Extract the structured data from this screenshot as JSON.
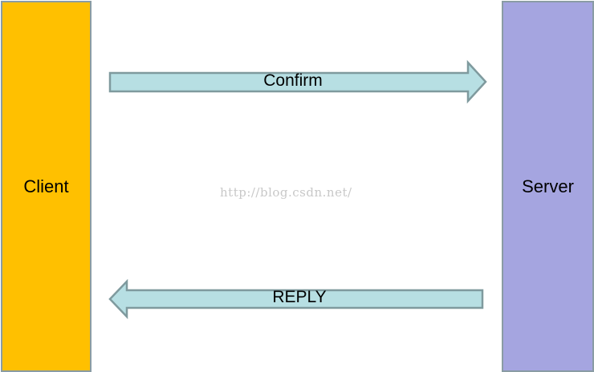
{
  "nodes": {
    "client": {
      "label": "Client",
      "fill": "#ffc000"
    },
    "server": {
      "label": "Server",
      "fill": "#a5a5e0"
    }
  },
  "edges": {
    "confirm": {
      "label": "Confirm",
      "direction": "client-to-server",
      "fill": "#b7dfe3"
    },
    "reply": {
      "label": "REPLY",
      "direction": "server-to-client",
      "fill": "#b7dfe3"
    }
  },
  "colors": {
    "border": "#8a9ca4",
    "arrow_stroke": "#7f9a9e"
  },
  "watermark": "http://blog.csdn.net/"
}
